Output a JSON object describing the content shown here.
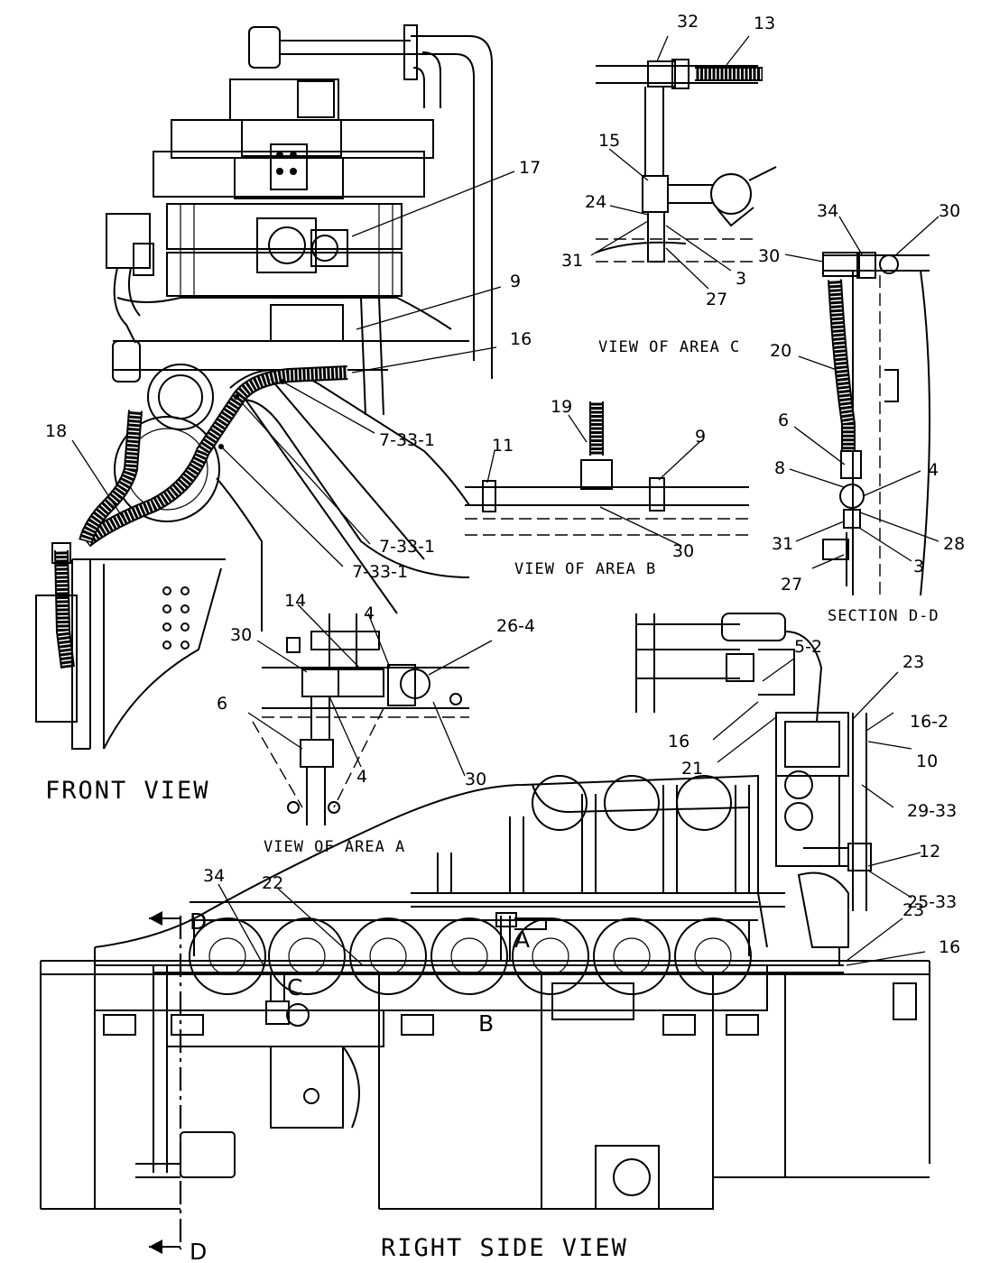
{
  "captions": {
    "front_view": "FRONT VIEW",
    "right_side_view": "RIGHT SIDE VIEW",
    "view_area_a": "VIEW OF AREA A",
    "view_area_b": "VIEW OF AREA B",
    "view_area_c": "VIEW OF AREA C",
    "section_dd": "SECTION D-D"
  },
  "area_markers": {
    "a": "A",
    "b": "B",
    "c": "C",
    "section_top": "D",
    "section_bottom": "D"
  },
  "callouts": {
    "front": [
      "17",
      "9",
      "16",
      "7-33-1",
      "18",
      "7-33-1",
      "7-33-1"
    ],
    "area_c": [
      "32",
      "13",
      "15",
      "24",
      "31",
      "3",
      "27"
    ],
    "area_b": [
      "19",
      "11",
      "9",
      "30"
    ],
    "section_dd": [
      "34",
      "30",
      "30",
      "20",
      "6",
      "8",
      "4",
      "31",
      "28",
      "3",
      "27"
    ],
    "area_a": [
      "14",
      "4",
      "30",
      "26-4",
      "6",
      "4",
      "30"
    ],
    "side": [
      "5-2",
      "23",
      "16",
      "21",
      "16-2",
      "10",
      "29-33",
      "12",
      "25-33",
      "34",
      "22",
      "23",
      "16"
    ]
  }
}
